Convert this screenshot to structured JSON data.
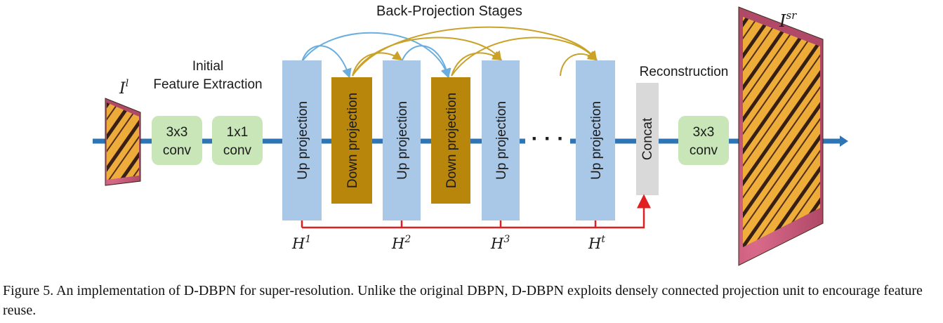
{
  "diagram": {
    "title": "Back-Projection Stages",
    "input_image_label": "I",
    "input_image_sup": "l",
    "output_image_label": "I",
    "output_image_sup": "sr",
    "initial_label_line1": "Initial",
    "initial_label_line2": "Feature Extraction",
    "reconstruction_label": "Reconstruction",
    "conv1_line1": "3x3",
    "conv1_line2": "conv",
    "conv2_line1": "1x1",
    "conv2_line2": "conv",
    "up_label": "Up projection",
    "down_label": "Down projection",
    "ellipsis": "· · ·",
    "concat_label": "Concat",
    "conv3_line1": "3x3",
    "conv3_line2": "conv",
    "h_labels": [
      {
        "base": "H",
        "sup": "1"
      },
      {
        "base": "H",
        "sup": "2"
      },
      {
        "base": "H",
        "sup": "3"
      },
      {
        "base": "H",
        "sup": "t"
      }
    ],
    "colors": {
      "up_block": "#a9c8e8",
      "down_block": "#b8860b",
      "conv_block": "#c8e6b8",
      "concat_block": "#d9d9d9",
      "main_arrow": "#2e75b6",
      "skip_arrow": "#e02020",
      "blue_arc": "#6aaee0",
      "gold_arc": "#c9a227"
    }
  },
  "caption": "Figure 5. An implementation of D-DBPN for super-resolution. Unlike the original DBPN, D-DBPN exploits densely connected projection unit to encourage feature reuse."
}
